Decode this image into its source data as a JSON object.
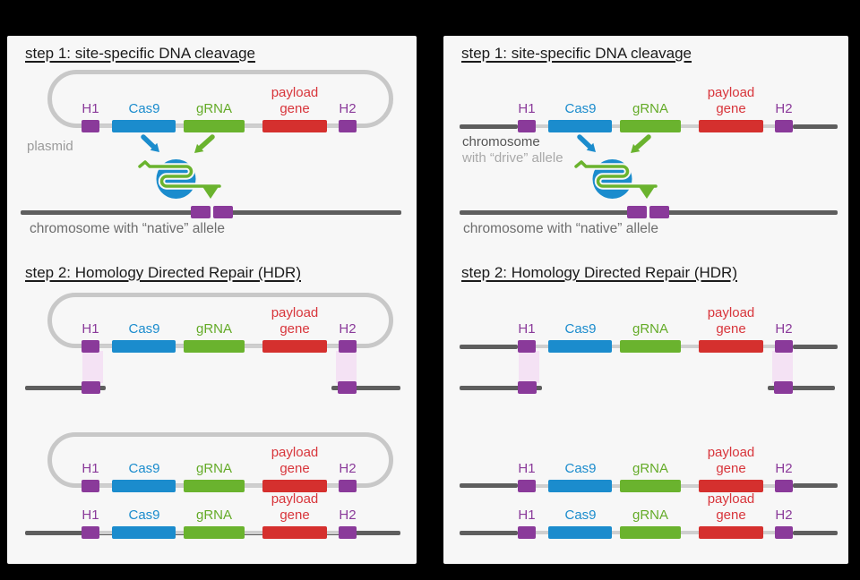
{
  "colors": {
    "background": "#000000",
    "panel_bg": "#f7f7f7",
    "title_text": "#1a1a1a",
    "homology_purple": "#8a3a9a",
    "cas9_blue": "#1b8ccd",
    "grna_green": "#6ab32e",
    "payload_red": "#d5302e",
    "chromosome_gray": "#5e5e5e",
    "plasmid_outline_gray": "#c8c8c8",
    "connector_gray": "#cfcfcf",
    "homology_band_pink": "#f4e2f4",
    "muted_caption_gray": "#9b9b9b",
    "caption_gray": "#6e6e6e"
  },
  "labels": {
    "h1": "H1",
    "cas9": "Cas9",
    "grna": "gRNA",
    "payload_line1": "payload",
    "payload_line2": "gene",
    "h2": "H2"
  },
  "left_panel": {
    "step1_title": "step 1: site-specific DNA cleavage",
    "plasmid_caption": "plasmid",
    "native_caption": "chromosome with “native” allele",
    "step2_title": "step 2: Homology Directed Repair (HDR)"
  },
  "right_panel": {
    "step1_title": "step 1: site-specific DNA cleavage",
    "drive_caption_line1": "chromosome",
    "drive_caption_line2": "with “drive” allele",
    "native_caption": "chromosome with “native” allele",
    "step2_title": "step 2: Homology Directed Repair (HDR)"
  }
}
